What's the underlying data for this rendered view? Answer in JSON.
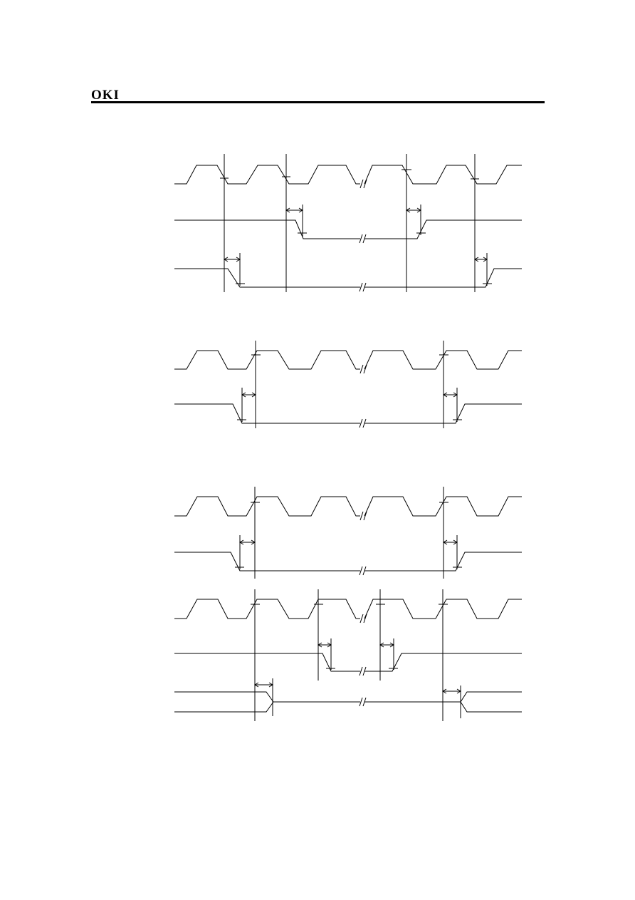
{
  "header": {
    "logo": "OKI"
  },
  "colors": {
    "ink": "#000000",
    "paper": "#ffffff"
  },
  "diagram": {
    "kind": "timing-diagram",
    "panel_count": 4,
    "signals_per_panel": [
      3,
      2,
      2,
      3
    ]
  }
}
